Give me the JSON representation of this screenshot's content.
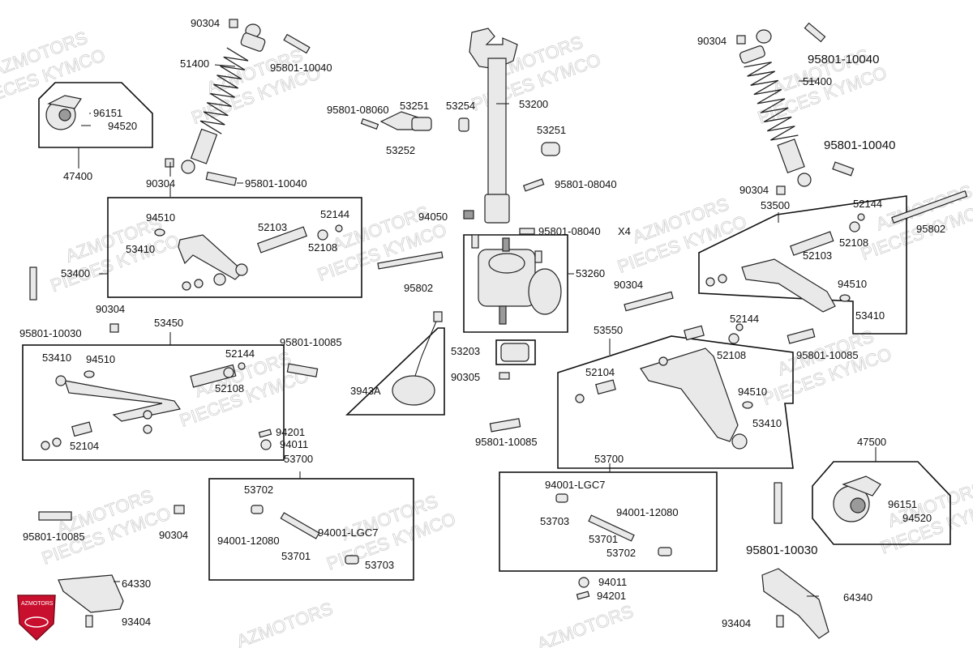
{
  "diagram": {
    "labels": {
      "l_90304_a": "90304",
      "l_51400_a": "51400",
      "l_95801_10040_a": "95801-10040",
      "l_96151_a": "96151",
      "l_94520_a": "94520",
      "l_47400": "47400",
      "l_90304_b": "90304",
      "l_95801_10040_b": "95801-10040",
      "l_95801_08060": "95801-08060",
      "l_53251_a": "53251",
      "l_53254": "53254",
      "l_53200": "53200",
      "l_53252": "53252",
      "l_53251_b": "53251",
      "l_95801_08040_a": "95801-08040",
      "l_94050": "94050",
      "l_95801_08040_b": "95801-08040",
      "l_x4": "X4",
      "l_53260": "53260",
      "l_95802_a": "95802",
      "l_53203": "53203",
      "l_90305": "90305",
      "l_3943a": "3943A",
      "l_95801_10085_a": "95801-10085",
      "l_90304_c": "90304",
      "l_51400_b": "51400",
      "l_95801_10040_c": "95801-10040",
      "l_95801_10040_d": "95801-10040",
      "l_90304_d": "90304",
      "l_53500": "53500",
      "l_52144_a": "52144",
      "l_52108_a": "52108",
      "l_52103_a": "52103",
      "l_95802_b": "95802",
      "l_94510_a": "94510",
      "l_53410_a": "53410",
      "l_94510_b": "94510",
      "l_52103_b": "52103",
      "l_52144_b": "52144",
      "l_53410_b": "53410",
      "l_52108_b": "52108",
      "l_53400": "53400",
      "l_95801_10030_a": "95801-10030",
      "l_90304_e": "90304",
      "l_53450": "53450",
      "l_95801_10085_b": "95801-10085",
      "l_53410_c": "53410",
      "l_94510_c": "94510",
      "l_52144_c": "52144",
      "l_52108_c": "52108",
      "l_52104_a": "52104",
      "l_90304_f": "90304",
      "l_53550": "53550",
      "l_52144_d": "52144",
      "l_52108_d": "52108",
      "l_95801_10085_c": "95801-10085",
      "l_52104_b": "52104",
      "l_94510_d": "94510",
      "l_53410_d": "53410",
      "l_94201_a": "94201",
      "l_94011_a": "94011",
      "l_53700_a": "53700",
      "l_53702_a": "53702",
      "l_94001_12080_a": "94001-12080",
      "l_94001_lgc7_a": "94001-LGC7",
      "l_53701_a": "53701",
      "l_53703_a": "53703",
      "l_95801_10085_d": "95801-10085",
      "l_90304_g": "90304",
      "l_64330": "64330",
      "l_93404_a": "93404",
      "l_53700_b": "53700",
      "l_94001_lgc7_b": "94001-LGC7",
      "l_94001_12080_b": "94001-12080",
      "l_53703_b": "53703",
      "l_53701_b": "53701",
      "l_53702_b": "53702",
      "l_94011_b": "94011",
      "l_94201_b": "94201",
      "l_47500": "47500",
      "l_96151_b": "96151",
      "l_94520_b": "94520",
      "l_95801_10030_b": "95801-10030",
      "l_64340": "64340",
      "l_93404_b": "93404"
    },
    "watermarks": {
      "w1": "AZMOTORS",
      "w2": "PIECES KYMCO"
    },
    "logo_text": "AZMOTORS"
  },
  "colors": {
    "logo_red": "#c8102e",
    "watermark": "#cfcfcf",
    "line": "#111111"
  }
}
